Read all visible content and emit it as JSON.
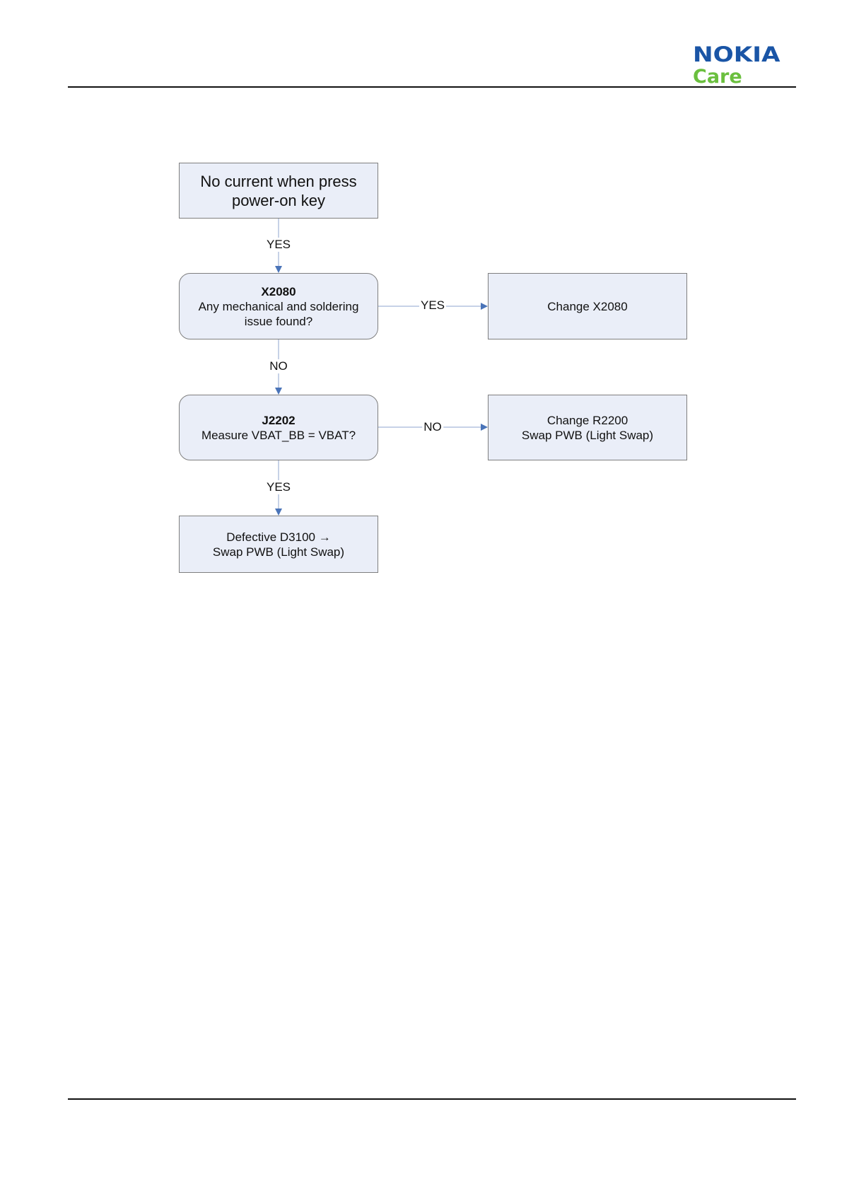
{
  "logo": {
    "brand": "NOKIA",
    "sub": "Care"
  },
  "flowchart": {
    "start": {
      "line1": "No current when press",
      "line2": "power-on key"
    },
    "q1": {
      "title": "X2080",
      "line1": "Any mechanical and soldering",
      "line2": "issue found?"
    },
    "a1": {
      "line1": "Change X2080"
    },
    "q2": {
      "title": "J2202",
      "line1": "Measure VBAT_BB = VBAT?"
    },
    "a2": {
      "line1": "Change R2200",
      "line2": "Swap PWB (Light Swap)"
    },
    "end": {
      "line1": "Defective D3100 →",
      "line2": "Swap PWB (Light Swap)"
    },
    "edges": {
      "start_q1": "YES",
      "q1_a1": "YES",
      "q1_q2": "NO",
      "q2_a2": "NO",
      "q2_end": "YES"
    }
  },
  "colors": {
    "box_fill": "#eaeef8",
    "box_border": "#7f7f7f",
    "arrow": "#4a74b8",
    "brand_blue": "#1a55a6",
    "brand_green": "#6abf3e"
  }
}
